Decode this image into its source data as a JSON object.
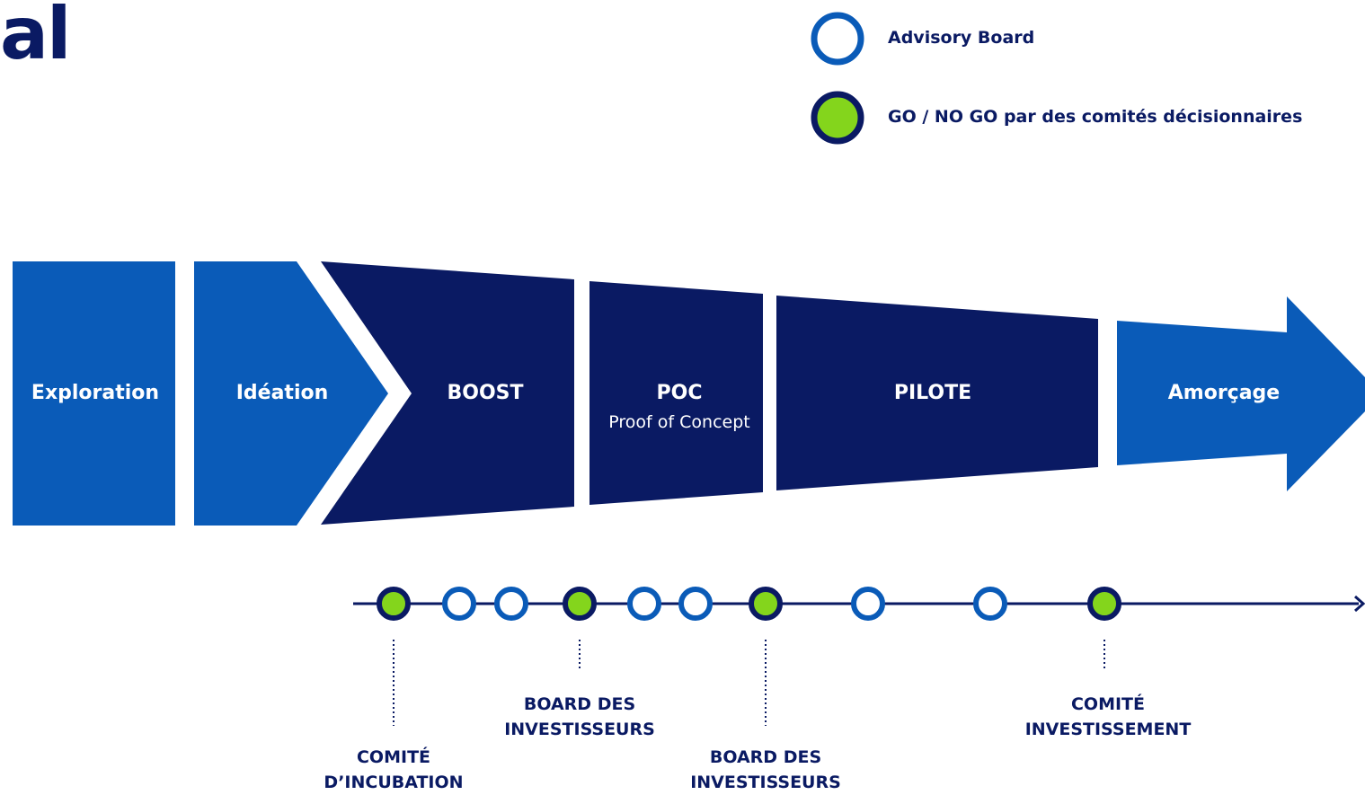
{
  "header": {
    "title": "al"
  },
  "legend": {
    "items": [
      {
        "label": "Advisory Board",
        "marker": "open-circle"
      },
      {
        "label": "GO / NO GO par des comités décisionnaires",
        "marker": "filled-circle"
      }
    ]
  },
  "phases": [
    {
      "label": "Exploration"
    },
    {
      "label": "Idéation"
    },
    {
      "label": "BOOST"
    },
    {
      "label": "POC",
      "sublabel": "Proof of Concept"
    },
    {
      "label": "PILOTE"
    },
    {
      "label": "Amorçage"
    }
  ],
  "milestones": {
    "nodes": [
      "go",
      "advisory",
      "advisory",
      "go",
      "advisory",
      "advisory",
      "go",
      "advisory",
      "advisory",
      "go"
    ],
    "labels": [
      {
        "line1": "COMITÉ",
        "line2": "D’INCUBATION"
      },
      {
        "line1": "BOARD DES",
        "line2": "INVESTISSEURS"
      },
      {
        "line1": "BOARD DES",
        "line2": "INVESTISSEURS"
      },
      {
        "line1": "COMITÉ",
        "line2": "INVESTISSEMENT"
      }
    ]
  },
  "colors": {
    "navy": "#0a1a63",
    "blue": "#0a5bb8",
    "green": "#84d51c",
    "white": "#ffffff"
  }
}
